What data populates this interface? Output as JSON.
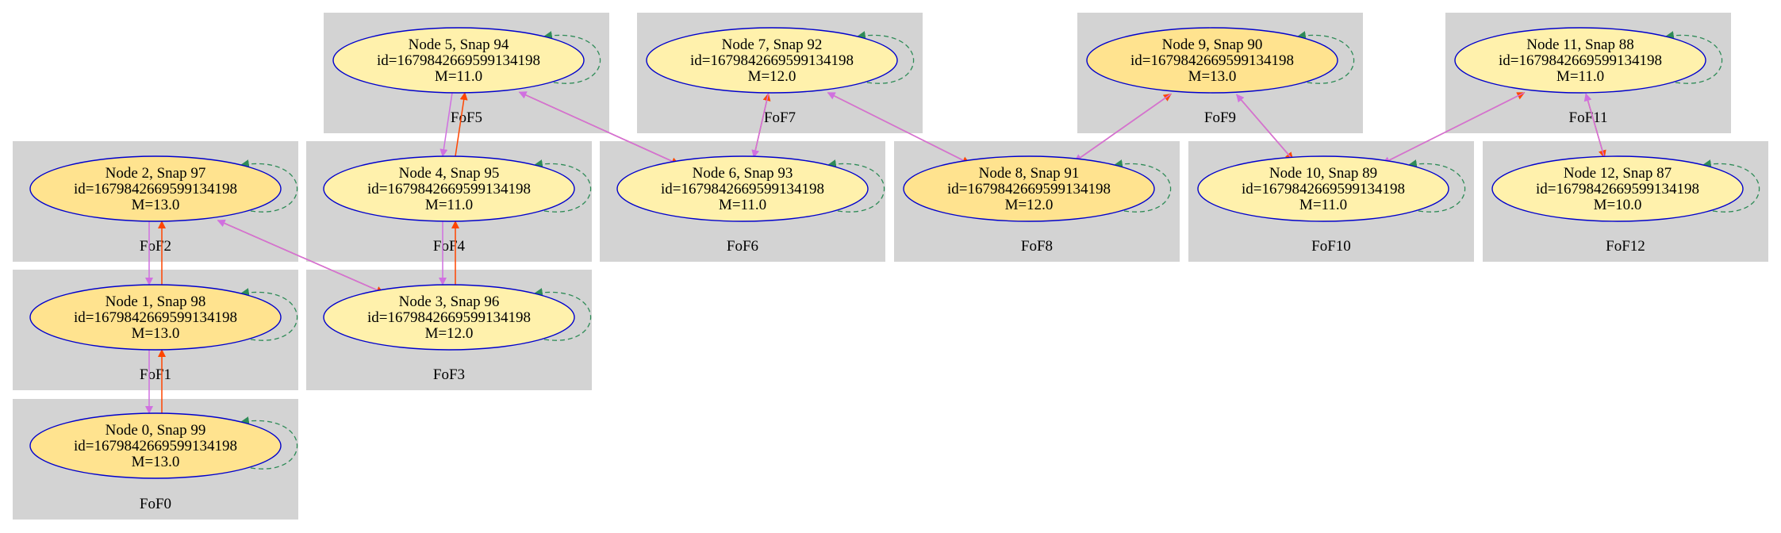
{
  "graph": {
    "node_fill_colors": [
      "#ffe38f",
      "#fff1ac"
    ],
    "node_border_color": "#0000cd",
    "cluster_fill_color": "#d3d3d3",
    "edge_colors": {
      "forward": "#ff4500",
      "backward": "#d070e0",
      "self": "#2e8b57"
    },
    "clusters": [
      {
        "id": "fof0",
        "label": "FoF0"
      },
      {
        "id": "fof1",
        "label": "FoF1"
      },
      {
        "id": "fof2",
        "label": "FoF2"
      },
      {
        "id": "fof3",
        "label": "FoF3"
      },
      {
        "id": "fof4",
        "label": "FoF4"
      },
      {
        "id": "fof5",
        "label": "FoF5"
      },
      {
        "id": "fof6",
        "label": "FoF6"
      },
      {
        "id": "fof7",
        "label": "FoF7"
      },
      {
        "id": "fof8",
        "label": "FoF8"
      },
      {
        "id": "fof9",
        "label": "FoF9"
      },
      {
        "id": "fof10",
        "label": "FoF10"
      },
      {
        "id": "fof11",
        "label": "FoF11"
      },
      {
        "id": "fof12",
        "label": "FoF12"
      }
    ],
    "nodes": [
      {
        "id": 0,
        "title": "Node 0, Snap 99",
        "id_text": "id=1679842669599134198",
        "mass": "M=13.0",
        "cluster": "fof0"
      },
      {
        "id": 1,
        "title": "Node 1, Snap 98",
        "id_text": "id=1679842669599134198",
        "mass": "M=13.0",
        "cluster": "fof1"
      },
      {
        "id": 2,
        "title": "Node 2, Snap 97",
        "id_text": "id=1679842669599134198",
        "mass": "M=13.0",
        "cluster": "fof2"
      },
      {
        "id": 3,
        "title": "Node 3, Snap 96",
        "id_text": "id=1679842669599134198",
        "mass": "M=12.0",
        "cluster": "fof3"
      },
      {
        "id": 4,
        "title": "Node 4, Snap 95",
        "id_text": "id=1679842669599134198",
        "mass": "M=11.0",
        "cluster": "fof4"
      },
      {
        "id": 5,
        "title": "Node 5, Snap 94",
        "id_text": "id=1679842669599134198",
        "mass": "M=11.0",
        "cluster": "fof5"
      },
      {
        "id": 6,
        "title": "Node 6, Snap 93",
        "id_text": "id=1679842669599134198",
        "mass": "M=11.0",
        "cluster": "fof6"
      },
      {
        "id": 7,
        "title": "Node 7, Snap 92",
        "id_text": "id=1679842669599134198",
        "mass": "M=12.0",
        "cluster": "fof7"
      },
      {
        "id": 8,
        "title": "Node 8, Snap 91",
        "id_text": "id=1679842669599134198",
        "mass": "M=12.0",
        "cluster": "fof8"
      },
      {
        "id": 9,
        "title": "Node 9, Snap 90",
        "id_text": "id=1679842669599134198",
        "mass": "M=13.0",
        "cluster": "fof9"
      },
      {
        "id": 10,
        "title": "Node 10, Snap 89",
        "id_text": "id=1679842669599134198",
        "mass": "M=11.0",
        "cluster": "fof10"
      },
      {
        "id": 11,
        "title": "Node 11, Snap 88",
        "id_text": "id=1679842669599134198",
        "mass": "M=11.0",
        "cluster": "fof11"
      },
      {
        "id": 12,
        "title": "Node 12, Snap 87",
        "id_text": "id=1679842669599134198",
        "mass": "M=10.0",
        "cluster": "fof12"
      }
    ],
    "edges": [
      {
        "from": 0,
        "to": 1,
        "kind": "forward"
      },
      {
        "from": 1,
        "to": 0,
        "kind": "backward"
      },
      {
        "from": 1,
        "to": 2,
        "kind": "forward"
      },
      {
        "from": 2,
        "to": 1,
        "kind": "backward"
      },
      {
        "from": 2,
        "to": 3,
        "kind": "forward"
      },
      {
        "from": 3,
        "to": 2,
        "kind": "backward"
      },
      {
        "from": 3,
        "to": 4,
        "kind": "forward"
      },
      {
        "from": 4,
        "to": 3,
        "kind": "backward"
      },
      {
        "from": 4,
        "to": 5,
        "kind": "forward"
      },
      {
        "from": 5,
        "to": 4,
        "kind": "backward"
      },
      {
        "from": 5,
        "to": 6,
        "kind": "forward"
      },
      {
        "from": 6,
        "to": 5,
        "kind": "backward"
      },
      {
        "from": 6,
        "to": 7,
        "kind": "forward"
      },
      {
        "from": 7,
        "to": 6,
        "kind": "backward"
      },
      {
        "from": 7,
        "to": 8,
        "kind": "forward"
      },
      {
        "from": 8,
        "to": 7,
        "kind": "backward"
      },
      {
        "from": 8,
        "to": 9,
        "kind": "forward"
      },
      {
        "from": 9,
        "to": 8,
        "kind": "backward"
      },
      {
        "from": 9,
        "to": 10,
        "kind": "forward"
      },
      {
        "from": 10,
        "to": 9,
        "kind": "backward"
      },
      {
        "from": 10,
        "to": 11,
        "kind": "forward"
      },
      {
        "from": 11,
        "to": 10,
        "kind": "backward"
      },
      {
        "from": 11,
        "to": 12,
        "kind": "forward"
      },
      {
        "from": 12,
        "to": 11,
        "kind": "backward"
      }
    ]
  }
}
